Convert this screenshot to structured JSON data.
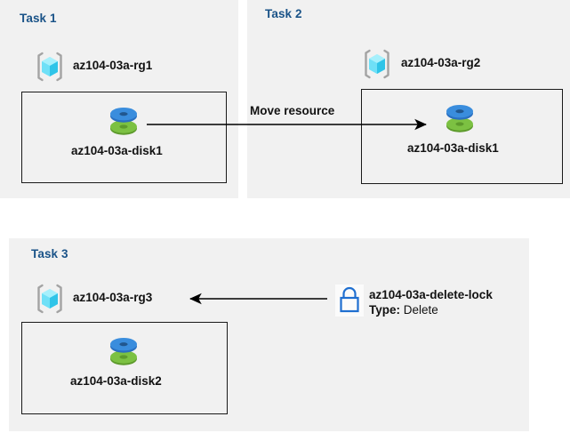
{
  "diagram": {
    "title_color": "#1a5388",
    "panel_bg": "#f1f1f1",
    "page_bg": "#ffffff"
  },
  "panels": [
    {
      "id": "task1",
      "title": "Task 1",
      "resource_group": {
        "icon": "resource-group-icon",
        "label": "az104-03a-rg1"
      },
      "resource": {
        "icon": "disk-icon",
        "label": "az104-03a-disk1"
      }
    },
    {
      "id": "task2",
      "title": "Task 2",
      "resource_group": {
        "icon": "resource-group-icon",
        "label": "az104-03a-rg2"
      },
      "resource": {
        "icon": "disk-icon",
        "label": "az104-03a-disk1"
      }
    },
    {
      "id": "task3",
      "title": "Task 3",
      "resource_group": {
        "icon": "resource-group-icon",
        "label": "az104-03a-rg3"
      },
      "resource": {
        "icon": "disk-icon",
        "label": "az104-03a-disk2"
      },
      "lock": {
        "icon": "lock-icon",
        "name": "az104-03a-delete-lock",
        "type_label": "Type:",
        "type_value": "Delete"
      }
    }
  ],
  "connectors": [
    {
      "id": "move-resource",
      "label": "Move resource",
      "direction": "right",
      "color": "#000000"
    },
    {
      "id": "lock-applies-to-rg3",
      "label": "",
      "direction": "left",
      "color": "#000000"
    }
  ],
  "icon_colors": {
    "cube_light": "#7fe6fb",
    "cube_mid": "#4fd8f5",
    "cube_dark": "#2ab9e0",
    "bracket": "#a3a3a3",
    "disk_blue": "#3a8ddd",
    "disk_blue_dark": "#2a6fc0",
    "disk_green": "#72b63a",
    "disk_green_dark": "#5d9a2c",
    "lock_blue": "#1f6fd0"
  }
}
